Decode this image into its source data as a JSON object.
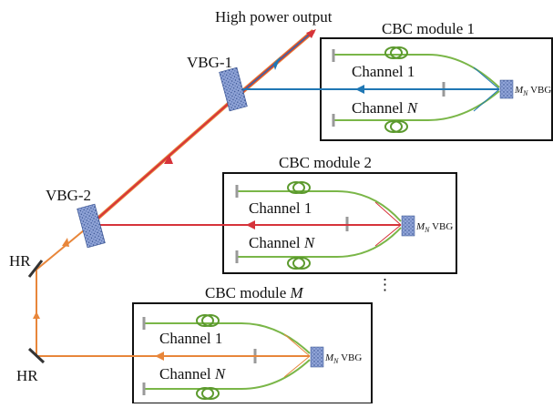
{
  "labels": {
    "output": "High power output",
    "vbg1": "VBG-1",
    "vbg2": "VBG-2",
    "hr_upper": "HR",
    "hr_lower": "HR",
    "ellipsis": "⋮"
  },
  "modules": [
    {
      "title": "CBC module 1",
      "channel_top": "Channel 1",
      "channel_bottom_prefix": "Channel ",
      "channel_bottom_var": "N",
      "mn": "M",
      "mn_sub": "N",
      "vbg": " VBG",
      "color": "#1f77b4"
    },
    {
      "title": "CBC module 2",
      "channel_top": "Channel 1",
      "channel_bottom_prefix": "Channel ",
      "channel_bottom_var": "N",
      "mn": "M",
      "mn_sub": "N",
      "vbg": " VBG",
      "color": "#d6333a"
    },
    {
      "title_prefix": "CBC module ",
      "title_var": "M",
      "channel_top": "Channel 1",
      "channel_bottom_prefix": "Channel ",
      "channel_bottom_var": "N",
      "mn": "M",
      "mn_sub": "N",
      "vbg": " VBG",
      "color": "#e8863a"
    }
  ],
  "colors": {
    "fiber_green": "#7ab648",
    "coil_green": "#5c9a2e",
    "grating": "#5a6fa8",
    "blue": "#1f77b4",
    "red": "#d6333a",
    "orange": "#e8863a",
    "mirror": "#333333"
  }
}
